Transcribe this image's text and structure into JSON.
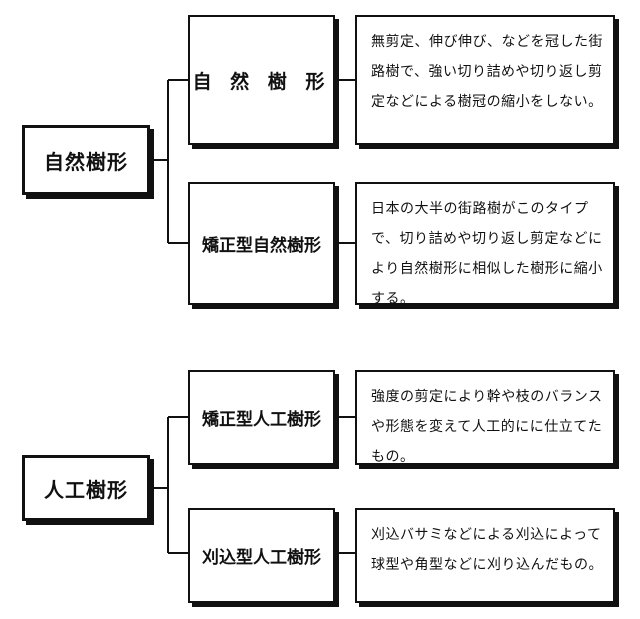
{
  "groups": [
    {
      "root": "自然樹形",
      "children": [
        {
          "label": "自 然 樹 形",
          "desc": "無剪定、伸び伸び、などを冠した街路樹で、強い切り詰めや切り返し剪定などによる樹冠の縮小をしない。"
        },
        {
          "label": "矯正型自然樹形",
          "desc": "日本の大半の街路樹がこのタイプで、切り詰めや切り返し剪定などにより自然樹形に相似した樹形に縮小する。"
        }
      ]
    },
    {
      "root": "人工樹形",
      "children": [
        {
          "label": "矯正型人工樹形",
          "desc": "強度の剪定により幹や枝のバランスや形態を変えて人工的にに仕立てたもの。"
        },
        {
          "label": "刈込型人工樹形",
          "desc": "刈込バサミなどによる刈込によって球型や角型などに刈り込んだもの。"
        }
      ]
    }
  ]
}
